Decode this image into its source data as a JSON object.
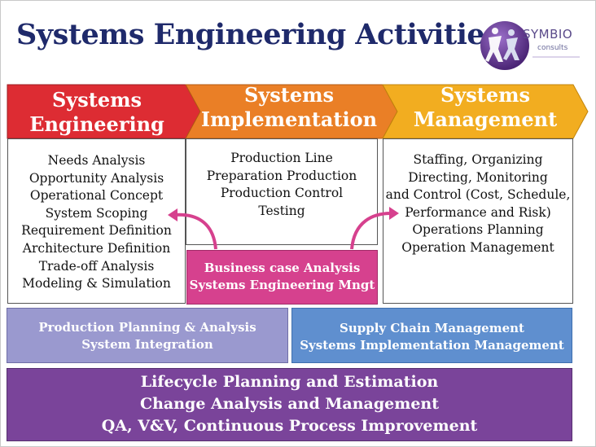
{
  "title": "Systems Engineering Activities",
  "logo": {
    "name": "SYMBIO",
    "sub": "consults"
  },
  "columns": [
    {
      "header": [
        "Systems",
        "Engineering"
      ],
      "color": "#dd2c33",
      "items": [
        "Needs Analysis",
        "Opportunity Analysis",
        "Operational Concept",
        "System Scoping",
        "Requirement Definition",
        "Architecture Definition",
        "Trade-off Analysis",
        "Modeling & Simulation"
      ]
    },
    {
      "header": [
        "Systems",
        "Implementation"
      ],
      "color": "#ea7f26",
      "items": [
        "Production Line",
        "Preparation Production",
        "Production Control",
        "Testing"
      ]
    },
    {
      "header": [
        "Systems",
        "Management"
      ],
      "color": "#f2ad20",
      "items": [
        "Staffing, Organizing",
        "Directing, Monitoring",
        "and Control (Cost, Schedule,",
        "Performance and Risk)",
        "Operations Planning",
        "Operation Management"
      ]
    }
  ],
  "center_box": [
    "Business case Analysis",
    "Systems Engineering Mngt"
  ],
  "bands": [
    {
      "lines": [
        "Production Planning & Analysis",
        "System Integration"
      ],
      "color": "#9a99cf"
    },
    {
      "lines": [
        "Supply Chain Management",
        "Systems Implementation Management"
      ],
      "color": "#5f8fcf"
    },
    {
      "lines": [
        "Lifecycle Planning and Estimation",
        "Change Analysis and Management",
        "QA, V&V, Continuous Process Improvement"
      ],
      "color": "#7a449a"
    }
  ]
}
